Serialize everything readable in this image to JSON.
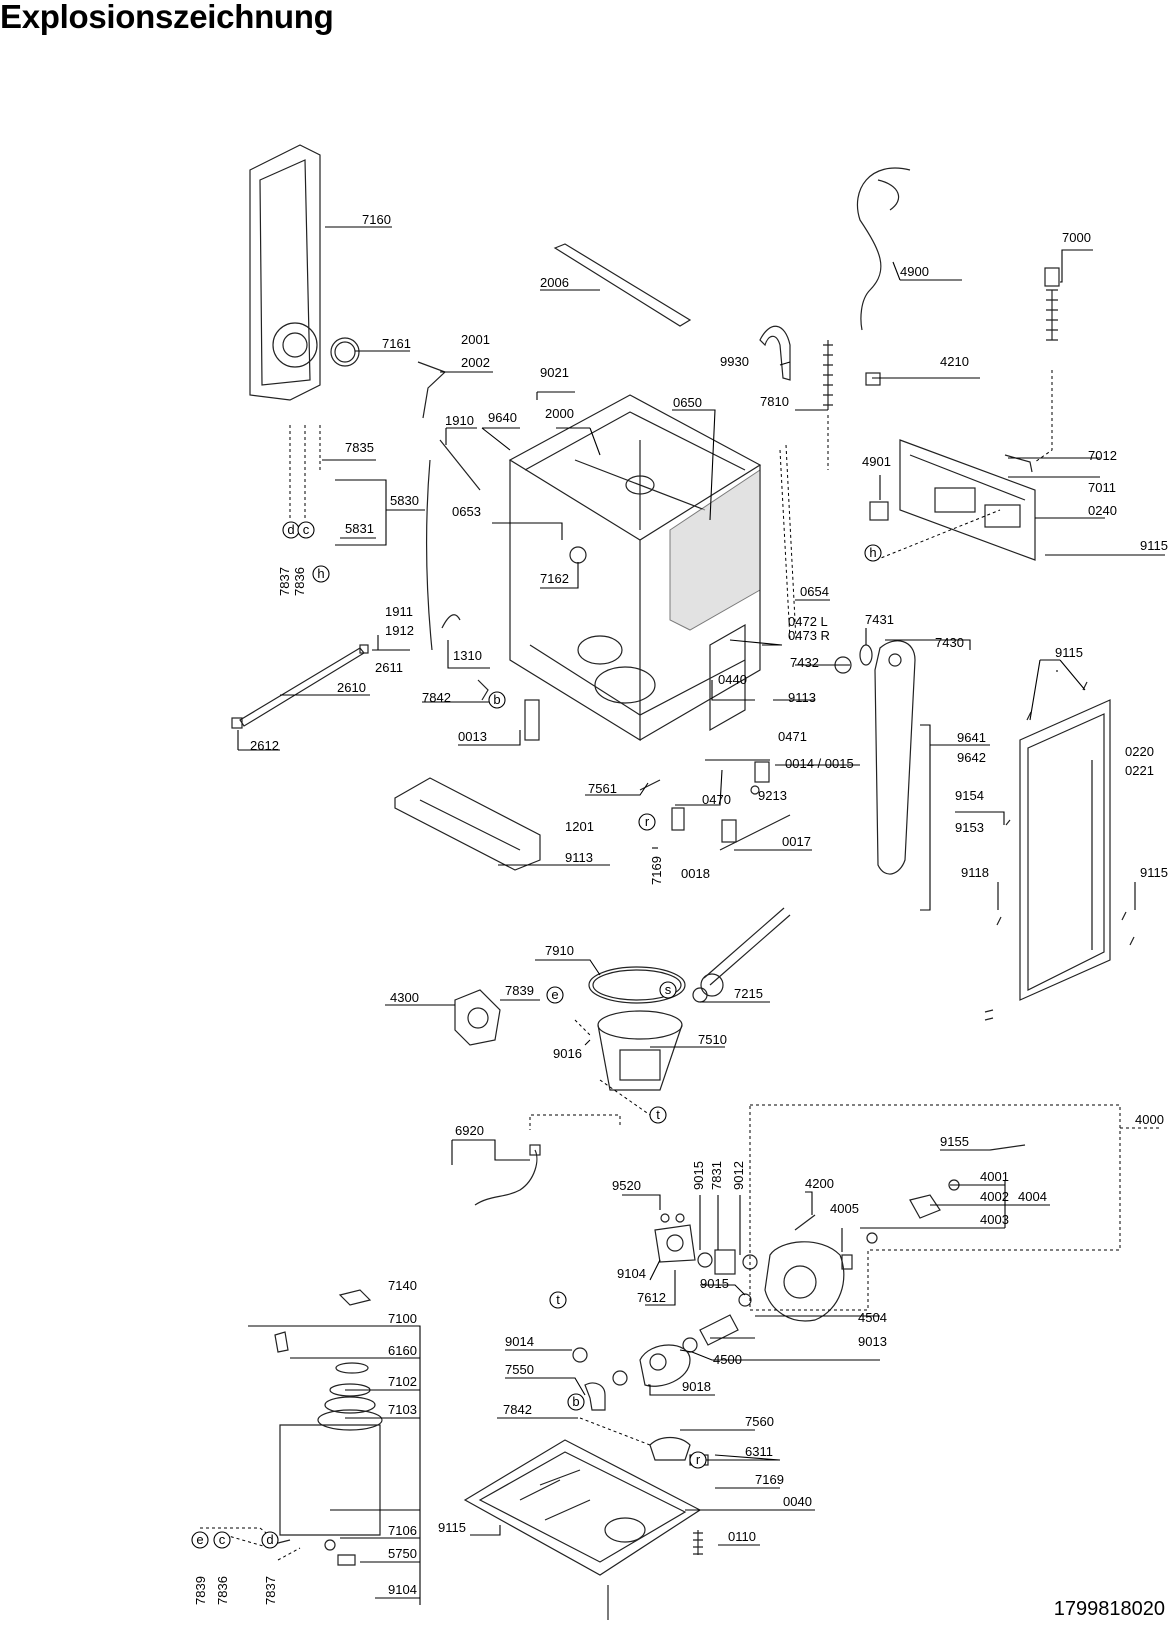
{
  "header": {
    "title": "Explosionszeichnung"
  },
  "footer": {
    "document_number": "1799818020"
  },
  "part_labels": [
    "7160",
    "7161",
    "2001",
    "2002",
    "2006",
    "4900",
    "7000",
    "9021",
    "9930",
    "4210",
    "7810",
    "1910",
    "9640",
    "2000",
    "0650",
    "7835",
    "5830",
    "5831",
    "0653",
    "7162",
    "4901",
    "7012",
    "7011",
    "0240",
    "9115",
    "0654",
    "1911",
    "1912",
    "2611",
    "1310",
    "0472 L",
    "0473 R",
    "7431",
    "7430",
    "7432",
    "2610",
    "7842",
    "0440",
    "9113",
    "0013",
    "0471",
    "9641",
    "9642",
    "0220",
    "0221",
    "2612",
    "0014 / 0015",
    "7561",
    "0470",
    "9213",
    "9154",
    "9153",
    "1201",
    "0017",
    "0018",
    "7169",
    "9118",
    "7910",
    "7215",
    "4300",
    "7839",
    "9016",
    "7510",
    "6920",
    "4000",
    "9155",
    "9520",
    "9015",
    "7831",
    "9012",
    "4200",
    "4001",
    "4002",
    "4004",
    "4005",
    "4003",
    "9104",
    "7612",
    "7140",
    "7100",
    "4504",
    "9014",
    "4500",
    "9013",
    "6160",
    "7550",
    "9018",
    "7102",
    "7103",
    "7560",
    "6311",
    "0040",
    "9115",
    "0110",
    "7106",
    "5750",
    "7836",
    "7837"
  ],
  "callouts": [
    "b",
    "c",
    "d",
    "e",
    "h",
    "r",
    "s",
    "t"
  ],
  "icons": [
    "exploded-diagram",
    "connector-circle"
  ]
}
